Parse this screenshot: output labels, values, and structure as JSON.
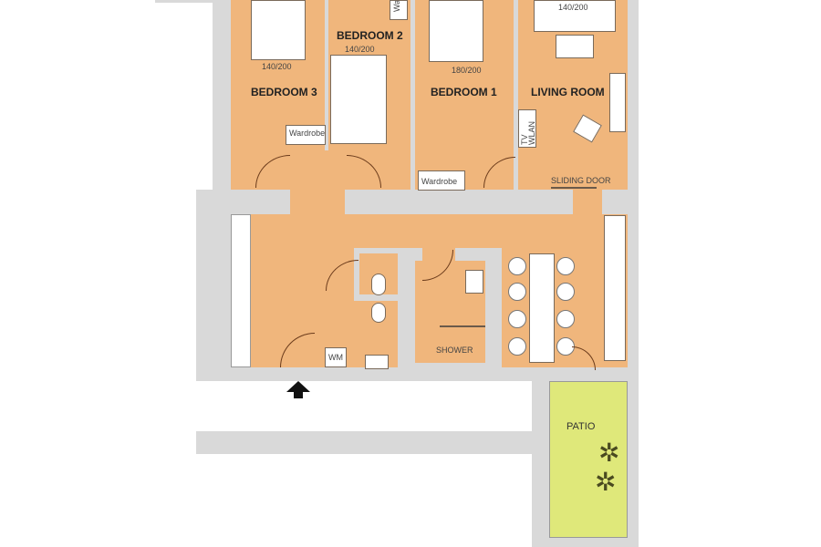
{
  "rooms": {
    "bedroom3": "BEDROOM 3",
    "bedroom2": "BEDROOM 2",
    "bedroom1": "BEDROOM 1",
    "living": "LIVING ROOM",
    "shower": "SHOWER",
    "patio": "PATIO"
  },
  "labels": {
    "bed3_size": "140/200",
    "bed2_size": "140/200",
    "bed1_size": "180/200",
    "living_bed_size": "140/200",
    "wardrobe": "Wardrobe",
    "wardrobe_b2": "Wardr",
    "tv": "TV",
    "wlan": "WLAN",
    "sliding_door": "SLIDING DOOR",
    "wm": "WM"
  },
  "colors": {
    "room": "#f0b67c",
    "wall": "#d9d9d9",
    "patio": "#dfe87a"
  }
}
